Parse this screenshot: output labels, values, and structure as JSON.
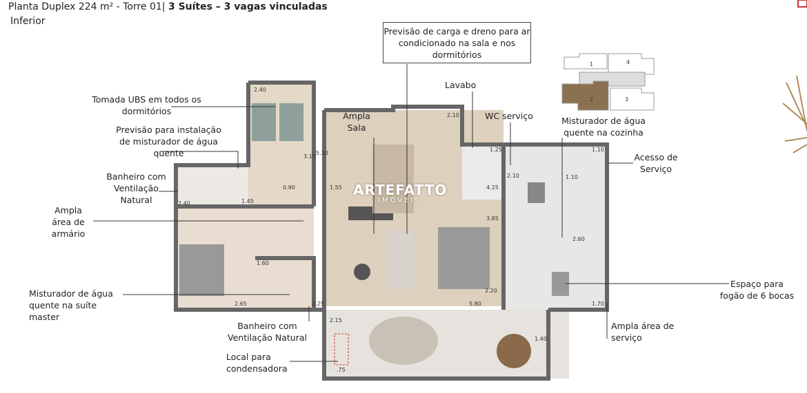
{
  "header": {
    "title_regular": "Planta Duplex 224 m² - Torre 01|",
    "title_bold": "3 Suítes –  3 vagas vinculadas",
    "subtitle": "Inferior"
  },
  "callout_box": "Previsão de carga e dreno para ar condicionado na sala e nos dormitórios",
  "labels": {
    "tomada": "Tomada UBS em todos os dormitórios",
    "misturador_previsao": "Previsão para instalação de misturador de água quente",
    "banheiro_vent": "Banheiro com Ventilação Natural",
    "armario": "Ampla área de armário",
    "misturador_suite": "Misturador de água quente na suíte master",
    "banheiro_vent2": "Banheiro com Ventilação Natural",
    "condensadora": "Local para condensadora",
    "ampla_sala": "Ampla Sala",
    "lavabo": "Lavabo",
    "wc": "WC serviço",
    "misturador_cozinha": "Misturador de água quente na cozinha",
    "acesso": "Acesso de Serviço",
    "fogao": "Espaço para fogão de 6 bocas",
    "area_servico": "Ampla área de serviço"
  },
  "key_plan": {
    "units": [
      "1",
      "4",
      "2",
      "3"
    ],
    "highlight": "2",
    "highlight_color": "#8a7150"
  },
  "dimensions": [
    "2.40",
    "3.15",
    "5.30",
    "2.10",
    "1.25",
    "2.10",
    "4.25",
    "1.10",
    "1.10",
    "3.85",
    "2.60",
    "2.20",
    "5.80",
    "1.70",
    "2.65",
    "2.25",
    "1.45",
    "0.90",
    "2.40",
    "1.55",
    "1.60",
    "2.15",
    "1.40",
    ".75"
  ],
  "watermark": {
    "brand": "ARTEFATTO",
    "sub": "IMÓVEIS"
  }
}
